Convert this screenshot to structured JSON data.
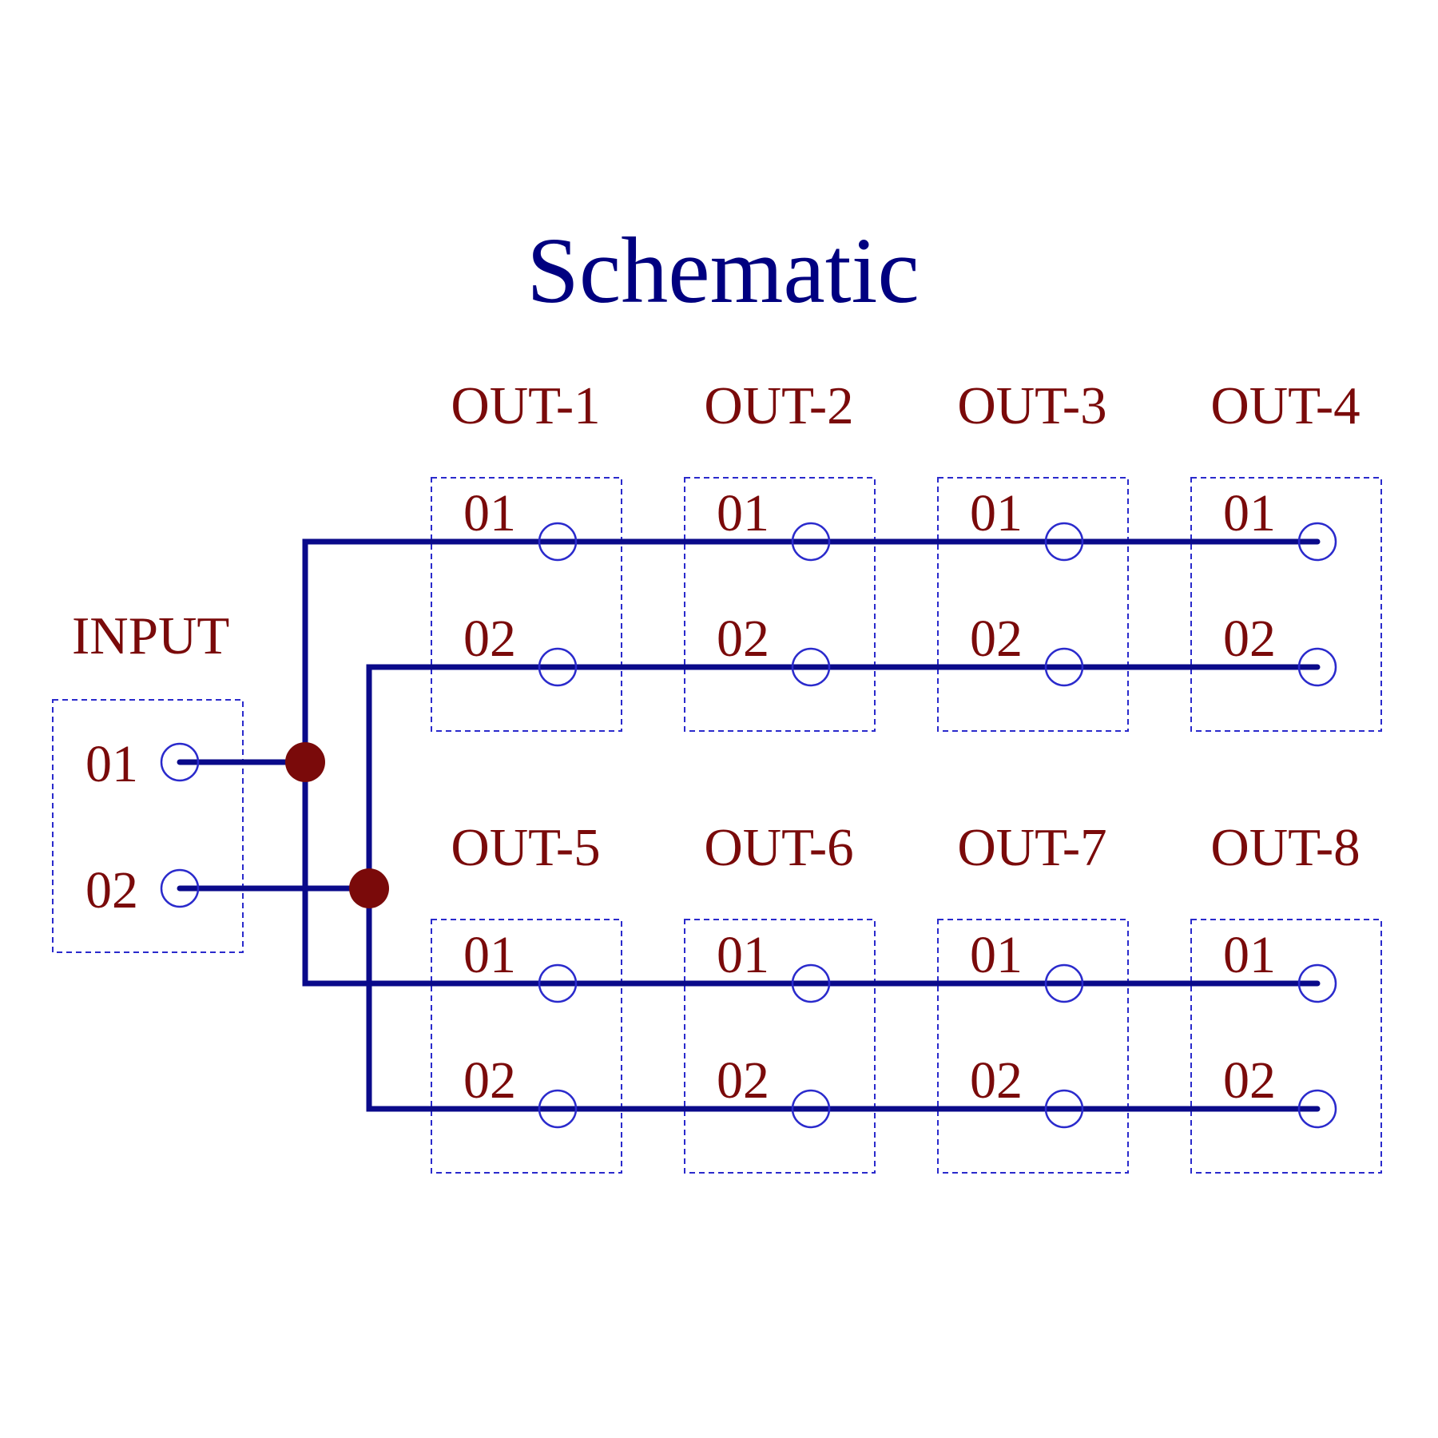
{
  "title": "Schematic",
  "colors": {
    "title": "#000080",
    "label": "#7a0a0a",
    "wire": "#0a0a8a",
    "box": "#2a2acc",
    "terminal": "#2a2acc",
    "junction": "#7a0a0a",
    "background": "#ffffff"
  },
  "input_block": {
    "label": "INPUT",
    "pins": [
      "01",
      "02"
    ]
  },
  "output_blocks": [
    {
      "label": "OUT-1",
      "pins": [
        "01",
        "02"
      ]
    },
    {
      "label": "OUT-2",
      "pins": [
        "01",
        "02"
      ]
    },
    {
      "label": "OUT-3",
      "pins": [
        "01",
        "02"
      ]
    },
    {
      "label": "OUT-4",
      "pins": [
        "01",
        "02"
      ]
    },
    {
      "label": "OUT-5",
      "pins": [
        "01",
        "02"
      ]
    },
    {
      "label": "OUT-6",
      "pins": [
        "01",
        "02"
      ]
    },
    {
      "label": "OUT-7",
      "pins": [
        "01",
        "02"
      ]
    },
    {
      "label": "OUT-8",
      "pins": [
        "01",
        "02"
      ]
    }
  ]
}
